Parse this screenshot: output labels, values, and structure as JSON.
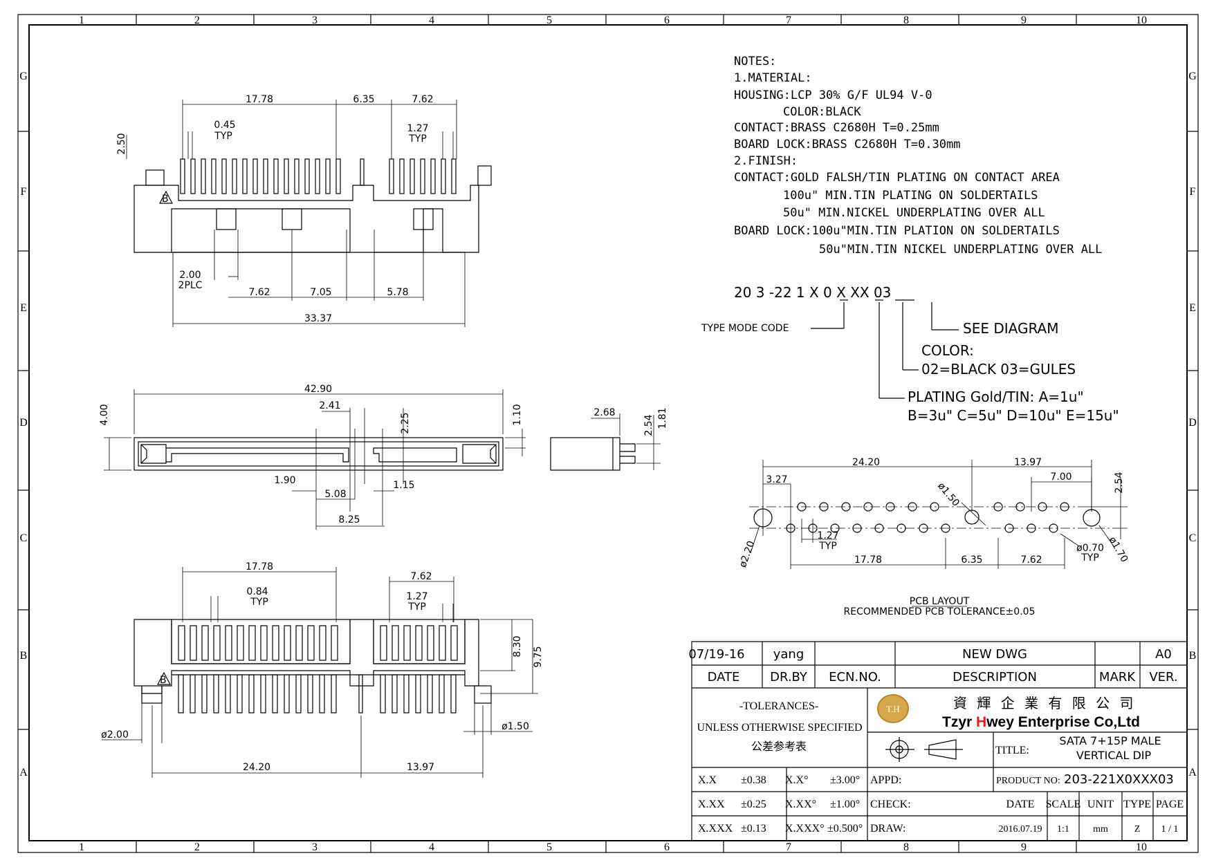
{
  "frame": {
    "columns": [
      "1",
      "2",
      "3",
      "4",
      "5",
      "6",
      "7",
      "8",
      "9",
      "10"
    ],
    "rows": [
      "G",
      "F",
      "E",
      "D",
      "C",
      "B",
      "A"
    ]
  },
  "notes": {
    "heading": "NOTES:",
    "lines": [
      "1.MATERIAL:",
      "HOUSING:LCP 30% G/F UL94 V-0",
      "COLOR:BLACK",
      "CONTACT:BRASS C2680H T=0.25mm",
      "BOARD LOCK:BRASS C2680H T=0.30mm",
      "2.FINISH:",
      "CONTACT:GOLD FALSH/TIN PLATING ON CONTACT AREA",
      "100u\" MIN.TIN PLATING ON SOLDERTAILS",
      "50u\" MIN.NICKEL UNDERPLATING OVER ALL",
      "BOARD LOCK:100u\"MIN.TIN PLATION ON SOLDERTAILS",
      "50u\"MIN.TIN NICKEL UNDERPLATING OVER ALL"
    ]
  },
  "part_code": {
    "code": "20 3 -22 1 X 0 X XX 03",
    "type_mode_label": "TYPE MODE CODE",
    "see_diagram": "SEE DIAGRAM",
    "color_label": "COLOR:",
    "color_options": "02=BLACK 03=GULES",
    "plating_line1": "PLATING Gold/TIN: A=1u\"",
    "plating_line2": "B=3u\" C=5u\" D=10u\" E=15u\""
  },
  "top_view": {
    "dims": [
      "17.78",
      "6.35",
      "7.62",
      "0.45",
      "TYP",
      "1.27",
      "TYP",
      "2.50",
      "2.00",
      "2PLC",
      "7.62",
      "7.05",
      "5.78",
      "33.37"
    ],
    "marker": "B"
  },
  "side_view": {
    "dims": [
      "42.90",
      "2.41",
      "2.25",
      "4.00",
      "1.10",
      "1.90",
      "5.08",
      "1.15",
      "8.25"
    ]
  },
  "end_view": {
    "dims": [
      "2.68",
      "2.54",
      "1.81"
    ]
  },
  "front_view": {
    "dims": [
      "17.78",
      "7.62",
      "0.84",
      "TYP",
      "1.27",
      "TYP",
      "8.30",
      "9.75",
      "ø2.00",
      "ø1.50",
      "24.20",
      "13.97"
    ],
    "marker": "B"
  },
  "pcb_layout": {
    "dims": [
      "24.20",
      "13.97",
      "3.27",
      "7.00",
      "2.54",
      "ø1.50",
      "ø2.20",
      "1.27",
      "TYP",
      "ø0.70",
      "TYP",
      "ø1.70",
      "17.78",
      "6.35",
      "7.62"
    ],
    "caption1": "PCB LAYOUT",
    "caption2": "RECOMMENDED PCB TOLERANCE±0.05"
  },
  "title_block": {
    "rev_date": "07/19-16",
    "rev_by": "yang",
    "rev_ecn": "",
    "rev_desc": "NEW DWG",
    "rev_mark": "",
    "rev_ver": "A0",
    "hdr_date": "DATE",
    "hdr_drby": "DR.BY",
    "hdr_ecn": "ECN.NO.",
    "hdr_desc": "DESCRIPTION",
    "hdr_mark": "MARK",
    "hdr_ver": "VER.",
    "tol_title": "-TOLERANCES-",
    "tol_sub": "UNLESS OTHERWISE SPECIFIED",
    "tol_cn": "公差参考表",
    "company_cn": "資 輝 企 業 有 限 公 司",
    "company_en_1": "Tzyr ",
    "company_en_h": "H",
    "company_en_2": "wey Enterprise Co,Ltd",
    "logo_text": "T.H",
    "title_label": "TITLE:",
    "title_line1": "SATA 7+15P MALE",
    "title_line2": "VERTICAL DIP",
    "tol_rows": [
      {
        "a": "X.X",
        "b": "±0.38",
        "c": "X.X°",
        "d": "±3.00°"
      },
      {
        "a": "X.XX",
        "b": "±0.25",
        "c": "X.XX°",
        "d": "±1.00°"
      },
      {
        "a": "X.XXX",
        "b": "±0.13",
        "c": "X.XXX°",
        "d": "±0.500°"
      }
    ],
    "appd_label": "APPD:",
    "check_label": "CHECK:",
    "draw_label": "DRAW:",
    "product_no_label": "PRODUCT NO:",
    "product_no": "203-221X0XXX03",
    "date_label": "DATE",
    "scale_label": "SCALE",
    "unit_label": "UNIT",
    "type_label": "TYPE",
    "page_label": "PAGE",
    "date_value": "2016.07.19",
    "scale_value": "1:1",
    "unit_value": "mm",
    "type_value": "Z",
    "page_value": "1 / 1"
  }
}
